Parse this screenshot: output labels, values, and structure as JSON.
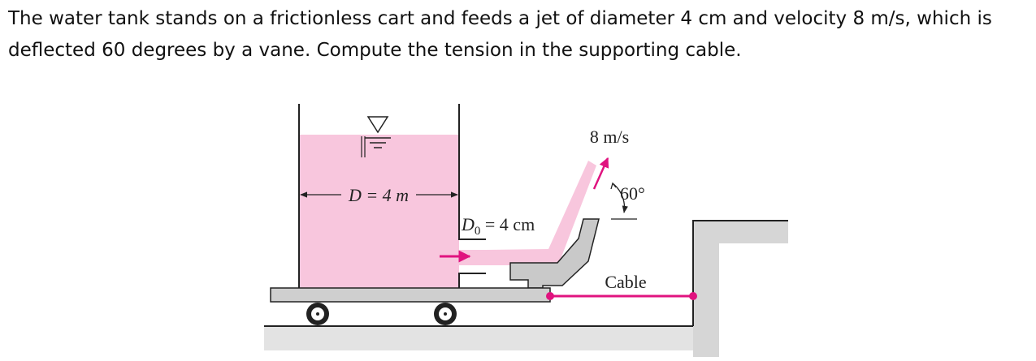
{
  "problem": {
    "line1": "The water tank stands on a frictionless cart and feeds a jet of diameter 4 cm and velocity 8 m/s, which is",
    "line2": "deflected 60 degrees by a vane. Compute the tension in the supporting cable."
  },
  "figure": {
    "tank_diameter_label": "D = 4 m",
    "jet_diameter_label_main": "D",
    "jet_diameter_label_sub": "0",
    "jet_diameter_label_rest": " = 4 cm",
    "velocity_label": "8 m/s",
    "angle_label": "60°",
    "cable_label": "Cable"
  },
  "colors": {
    "water": "#f8c6dd",
    "arrow": "#e0137f",
    "structure": "#cfcfcf",
    "outline": "#222222"
  }
}
